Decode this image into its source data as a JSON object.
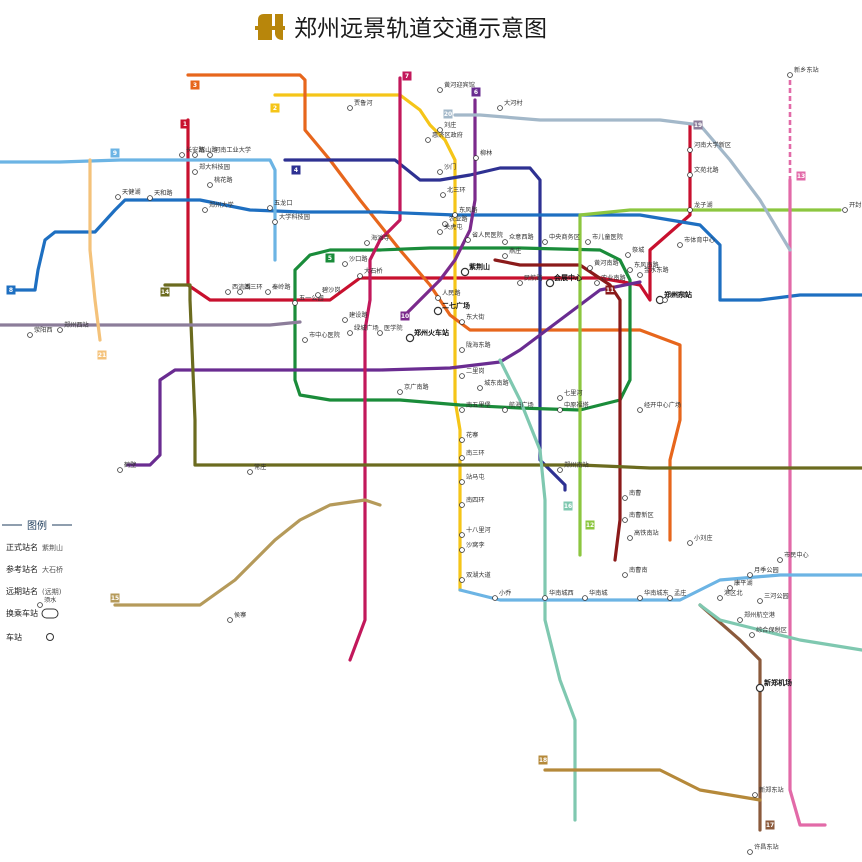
{
  "title": "郑州远景轨道交通示意图",
  "lines": [
    {
      "id": "1",
      "color": "#c8102e",
      "label": "1"
    },
    {
      "id": "2",
      "color": "#f5c518",
      "label": "2"
    },
    {
      "id": "3",
      "color": "#e7661c",
      "label": "3"
    },
    {
      "id": "4",
      "color": "#2e3192",
      "label": "4"
    },
    {
      "id": "5",
      "color": "#1a8c3a",
      "label": "5"
    },
    {
      "id": "6",
      "color": "#6a2c91",
      "label": "6"
    },
    {
      "id": "7",
      "color": "#c2185b",
      "label": "7"
    },
    {
      "id": "8",
      "color": "#1e6fc1",
      "label": "8"
    },
    {
      "id": "9",
      "color": "#6cb4e4",
      "label": "9"
    },
    {
      "id": "10",
      "color": "#7b2a8c",
      "label": "10"
    },
    {
      "id": "11",
      "color": "#8b1a1a",
      "label": "11"
    },
    {
      "id": "12",
      "color": "#8cc63f",
      "label": "12"
    },
    {
      "id": "13",
      "color": "#e26aa8",
      "label": "13"
    },
    {
      "id": "14",
      "color": "#6b6b1f",
      "label": "14"
    },
    {
      "id": "15",
      "color": "#b59a5a",
      "label": "15"
    },
    {
      "id": "16",
      "color": "#7fc8b0",
      "label": "16"
    },
    {
      "id": "17",
      "color": "#8b5a3c",
      "label": "17"
    },
    {
      "id": "18",
      "color": "#b5893a",
      "label": "18"
    },
    {
      "id": "19",
      "color": "#8c7d9a",
      "label": "19"
    },
    {
      "id": "20",
      "color": "#a3b8c9",
      "label": "20"
    },
    {
      "id": "21",
      "color": "#f4c27a",
      "label": "21"
    }
  ],
  "stations": [
    {
      "name": "长安路",
      "kind": "stn"
    },
    {
      "name": "嵩山路",
      "kind": "stn"
    },
    {
      "name": "北三环",
      "kind": "stn"
    },
    {
      "name": "郑州火车站",
      "kind": "major"
    },
    {
      "name": "二七广场",
      "kind": "major"
    },
    {
      "name": "人民路",
      "kind": "stn"
    },
    {
      "name": "紫荆山",
      "kind": "major"
    },
    {
      "name": "燕庄",
      "kind": "stn"
    },
    {
      "name": "民航路",
      "kind": "stn"
    },
    {
      "name": "会展中心",
      "kind": "major"
    },
    {
      "name": "黄河南路",
      "kind": "stn"
    },
    {
      "name": "农业南路",
      "kind": "stn"
    },
    {
      "name": "东风南路",
      "kind": "stn"
    },
    {
      "name": "郑州东站",
      "kind": "major"
    },
    {
      "name": "博学路",
      "kind": "stn"
    },
    {
      "name": "市体育中心",
      "kind": "stn"
    },
    {
      "name": "龙子湖",
      "kind": "stn"
    },
    {
      "name": "文苑北路",
      "kind": "stn"
    },
    {
      "name": "河南大学新区",
      "kind": "stn"
    },
    {
      "name": "河南工业大学",
      "kind": "stn"
    },
    {
      "name": "郑大科技园",
      "kind": "stn"
    },
    {
      "name": "西流湖",
      "kind": "stn"
    },
    {
      "name": "秦岭路",
      "kind": "stn"
    },
    {
      "name": "五一公园",
      "kind": "stn"
    },
    {
      "name": "碧沙岗",
      "kind": "stn"
    },
    {
      "name": "绿城广场",
      "kind": "stn"
    },
    {
      "name": "医学院",
      "kind": "stn"
    },
    {
      "name": "市中心医院",
      "kind": "stn"
    },
    {
      "name": "东大街",
      "kind": "stn"
    },
    {
      "name": "陇海东路",
      "kind": "stn"
    },
    {
      "name": "二里岗",
      "kind": "stn"
    },
    {
      "name": "南五里堡",
      "kind": "stn"
    },
    {
      "name": "花寨",
      "kind": "stn"
    },
    {
      "name": "南三环",
      "kind": "stn"
    },
    {
      "name": "站马屯",
      "kind": "stn"
    },
    {
      "name": "南四环",
      "kind": "stn"
    },
    {
      "name": "十八里河",
      "kind": "stn"
    },
    {
      "name": "沙窝李",
      "kind": "stn"
    },
    {
      "name": "双湖大道",
      "kind": "stn"
    },
    {
      "name": "小乔",
      "kind": "stn"
    },
    {
      "name": "华南城西",
      "kind": "stn"
    },
    {
      "name": "华南城",
      "kind": "stn"
    },
    {
      "name": "华南城东",
      "kind": "stn"
    },
    {
      "name": "孟庄",
      "kind": "stn"
    },
    {
      "name": "港区北",
      "kind": "stn"
    },
    {
      "name": "新郑机场",
      "kind": "major"
    },
    {
      "name": "综合保税区",
      "kind": "stn"
    },
    {
      "name": "康平湖",
      "kind": "stn"
    },
    {
      "name": "三河公园",
      "kind": "stn"
    },
    {
      "name": "市民中心",
      "kind": "stn"
    },
    {
      "name": "月季公园",
      "kind": "stn"
    },
    {
      "name": "沙口路",
      "kind": "stn"
    },
    {
      "name": "海滩寺",
      "kind": "stn"
    },
    {
      "name": "省人民医院",
      "kind": "stn"
    },
    {
      "name": "众意西路",
      "kind": "stn"
    },
    {
      "name": "中央商务区",
      "kind": "stn"
    },
    {
      "name": "市儿童医院",
      "kind": "stn"
    },
    {
      "name": "祭城",
      "kind": "stn"
    },
    {
      "name": "金水东路",
      "kind": "stn"
    },
    {
      "name": "农业路",
      "kind": "stn"
    },
    {
      "name": "关虎屯",
      "kind": "stn"
    },
    {
      "name": "东风路",
      "kind": "stn"
    },
    {
      "name": "沙门",
      "kind": "stn"
    },
    {
      "name": "柳林",
      "kind": "stn"
    },
    {
      "name": "刘庄",
      "kind": "stn"
    },
    {
      "name": "惠济区政府",
      "kind": "stn"
    },
    {
      "name": "大学科技园",
      "kind": "stn"
    },
    {
      "name": "五龙口",
      "kind": "stn"
    },
    {
      "name": "郑州大学",
      "kind": "stn"
    },
    {
      "name": "桃花路",
      "kind": "stn"
    },
    {
      "name": "天健湖",
      "kind": "stn"
    },
    {
      "name": "天和路",
      "kind": "stn"
    },
    {
      "name": "西三环",
      "kind": "stn"
    },
    {
      "name": "建设路",
      "kind": "stn"
    },
    {
      "name": "京广南路",
      "kind": "stn"
    },
    {
      "name": "城东南路",
      "kind": "stn"
    },
    {
      "name": "航海广场",
      "kind": "stn"
    },
    {
      "name": "中原福塔",
      "kind": "stn"
    },
    {
      "name": "七里河",
      "kind": "stn"
    },
    {
      "name": "经开中心广场",
      "kind": "stn"
    },
    {
      "name": "南曹",
      "kind": "stn"
    },
    {
      "name": "南曹新区",
      "kind": "stn"
    },
    {
      "name": "高铁南站",
      "kind": "stn"
    },
    {
      "name": "郑州南站",
      "kind": "stn"
    },
    {
      "name": "鹤壁",
      "kind": "stn"
    },
    {
      "name": "荥阳西",
      "kind": "stn"
    },
    {
      "name": "新郑东站",
      "kind": "stn"
    },
    {
      "name": "许昌东站",
      "kind": "stn"
    },
    {
      "name": "小刘庄",
      "kind": "stn"
    },
    {
      "name": "开封",
      "kind": "stn"
    },
    {
      "name": "新乡东站",
      "kind": "stn"
    },
    {
      "name": "郑州西站",
      "kind": "stn"
    },
    {
      "name": "大石桥",
      "kind": "stn"
    },
    {
      "name": "大河村",
      "kind": "stn"
    },
    {
      "name": "黄河迎宾馆",
      "kind": "stn"
    },
    {
      "name": "贾鲁河",
      "kind": "stn"
    },
    {
      "name": "常庄",
      "kind": "stn"
    },
    {
      "name": "须水",
      "kind": "stn"
    },
    {
      "name": "侯寨",
      "kind": "stn"
    },
    {
      "name": "南曹南",
      "kind": "stn"
    },
    {
      "name": "郑州航空港",
      "kind": "stn"
    }
  ],
  "legend": {
    "title": "图例",
    "items": [
      {
        "label": "正式站名",
        "sample": "紫荆山"
      },
      {
        "label": "参考站名",
        "sample": "大石桥"
      },
      {
        "label": "远期站名",
        "sample": "(远期)"
      },
      {
        "label": "换乘车站",
        "sample": ""
      },
      {
        "label": "车站",
        "sample": ""
      }
    ]
  },
  "colors": {
    "background": "#ffffff",
    "logo_gold": "#b8860b"
  },
  "icons": {
    "logo": "zhengzhou-metro-logo-icon"
  }
}
